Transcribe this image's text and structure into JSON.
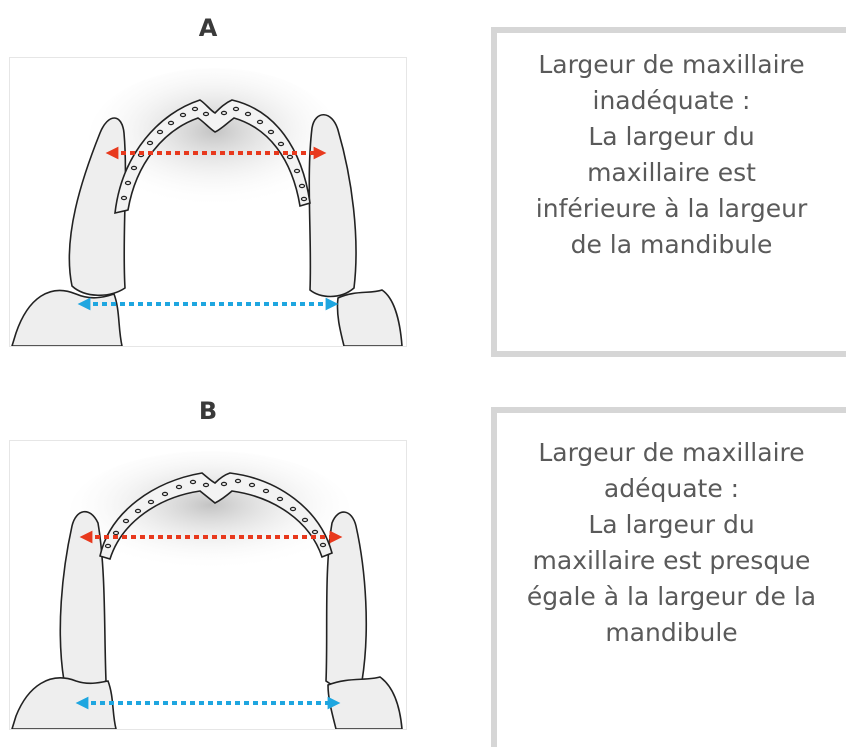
{
  "panels": [
    {
      "label": "A",
      "caption": {
        "line1": "Largeur de maxillaire",
        "line2": "inadéquate :",
        "line3": "La largeur du",
        "line4": "maxillaire est",
        "line5": "inférieure à la largeur",
        "line6": "de la mandibule"
      }
    },
    {
      "label": "B",
      "caption": {
        "line1": "Largeur de maxillaire",
        "line2": "adéquate :",
        "line3": "La largeur du",
        "line4": "maxillaire est presque",
        "line5": "égale à la largeur de la",
        "line6": "mandibule"
      }
    }
  ],
  "colors": {
    "maxilla_arrow": "#e8391d",
    "mandible_arrow": "#1ea6e0",
    "border": "#d6d6d6",
    "caption_text": "#5a5a5a"
  },
  "icons": [
    "maxilla-width-arrow-icon",
    "mandible-width-arrow-icon",
    "molar-tooth-icon"
  ]
}
